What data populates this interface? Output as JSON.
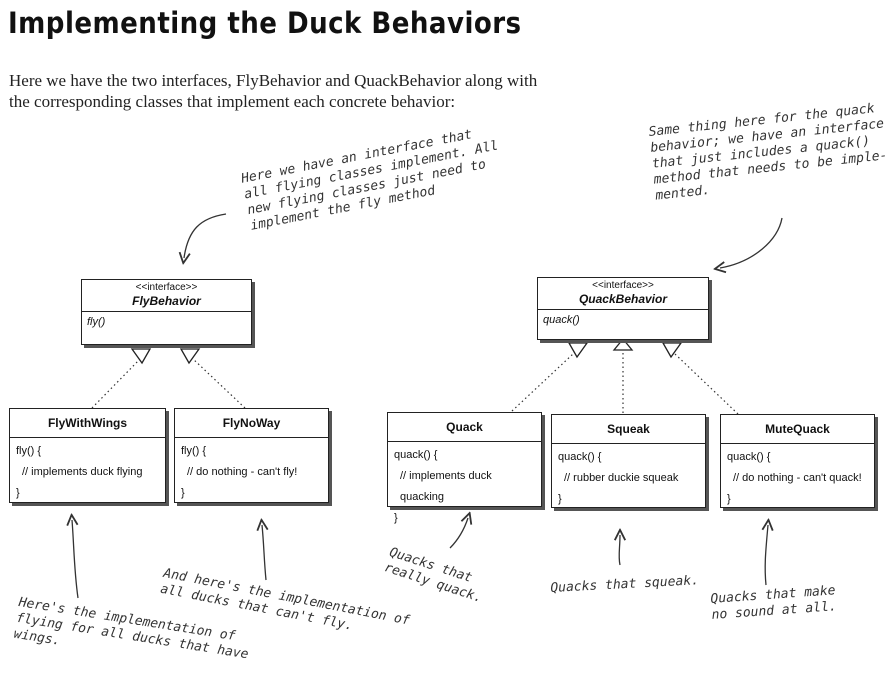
{
  "title": "Implementing the Duck Behaviors",
  "intro": [
    "Here we have the two interfaces, FlyBehavior and QuackBehavior along with",
    "the corresponding classes that implement each concrete behavior:"
  ],
  "fly_interface": {
    "stereotype": "<<interface>>",
    "name": "FlyBehavior",
    "method": "fly()"
  },
  "quack_interface": {
    "stereotype": "<<interface>>",
    "name": "QuackBehavior",
    "method": "quack()"
  },
  "classes": [
    {
      "name": "FlyWithWings",
      "lines": [
        "fly() {",
        "// implements duck flying",
        "}"
      ]
    },
    {
      "name": "FlyNoWay",
      "lines": [
        "fly() {",
        "// do nothing - can't fly!",
        "}"
      ]
    },
    {
      "name": "Quack",
      "lines": [
        "quack() {",
        "// implements duck quacking",
        "}"
      ]
    },
    {
      "name": "Squeak",
      "lines": [
        "quack() {",
        "// rubber duckie squeak",
        "}"
      ]
    },
    {
      "name": "MuteQuack",
      "lines": [
        "quack() {",
        "// do nothing - can't quack!",
        "}"
      ]
    }
  ],
  "notes": {
    "fly_interface": [
      "Here we have an interface that",
      "all flying classes implement. All",
      "new flying classes just need to",
      "implement the fly method"
    ],
    "quack_interface": [
      "Same thing here for the quack",
      "behavior; we have an interface",
      "that just includes a quack()",
      "method that needs to be imple-",
      "mented."
    ],
    "fly_with_wings": [
      "Here's the implementation of",
      "flying for all ducks that have",
      "wings."
    ],
    "fly_no_way": [
      "And here's the implementation of",
      "all ducks that can't fly."
    ],
    "quack": [
      "Quacks that",
      "really quack."
    ],
    "squeak": [
      "Quacks that squeak."
    ],
    "mute_quack": [
      "Quacks that make",
      "no sound at all."
    ]
  }
}
